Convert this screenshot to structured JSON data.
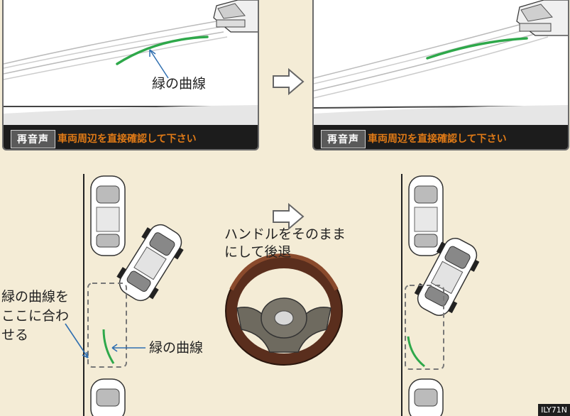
{
  "top_panels": {
    "replay_label": "再音声",
    "warning_text": "車両周辺を直接確認して下さい",
    "curve_callout": "緑の曲線"
  },
  "bottom": {
    "steering_line1": "ハンドルをそのまま",
    "steering_line2": "にして後退",
    "align_line1": "緑の曲線を",
    "align_line2": "ここに合わ",
    "align_line3": "せる",
    "curve_label": "緑の曲線"
  },
  "code": "ILY71N",
  "colors": {
    "background": "#f4ecd6",
    "guide_green": "#2ea84a",
    "warning": "#e07a16",
    "callout_blue": "#2f6fb0"
  }
}
